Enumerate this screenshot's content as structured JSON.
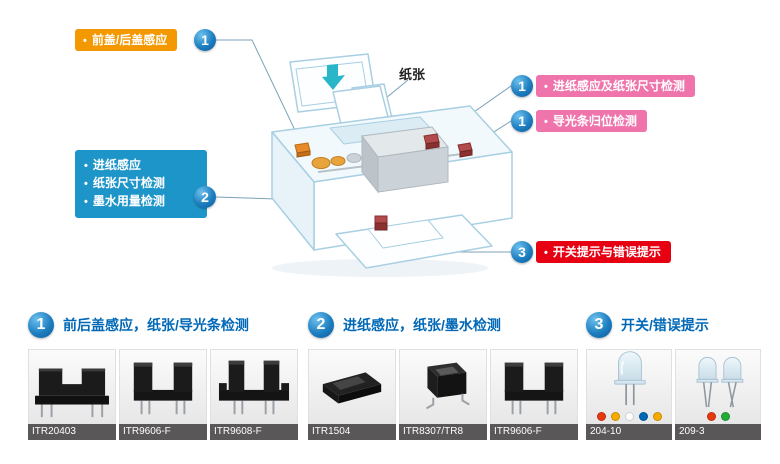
{
  "colors": {
    "badge_blue": "#0e6eb8",
    "label_orange": "#f39800",
    "label_pink": "#ee74ab",
    "label_red": "#e60012",
    "info_box_blue": "#1e95c9",
    "group_title_blue": "#0068b7",
    "caption_bar_gray": "#595757"
  },
  "scene": {
    "paper_label": "纸张",
    "front_cover": {
      "badge": "1",
      "label": "前盖/后盖感应"
    },
    "paper_feed_detect": {
      "badge": "1",
      "label": "进纸感应及纸张尺寸检测"
    },
    "light_guide": {
      "badge": "1",
      "label": "导光条归位检测"
    },
    "feed_box": {
      "badge": "2",
      "items": [
        "进纸感应",
        "纸张尺寸检测",
        "墨水用量检测"
      ]
    },
    "switch_error": {
      "badge": "3",
      "label": "开关提示与错误提示"
    }
  },
  "groups": [
    {
      "badge": "1",
      "title": "前后盖感应，纸张/导光条检测",
      "products": [
        {
          "name": "ITR20403",
          "kind": "slot-interrupter"
        },
        {
          "name": "ITR9606-F",
          "kind": "slot-interrupter"
        },
        {
          "name": "ITR9608-F",
          "kind": "slot-interrupter"
        }
      ]
    },
    {
      "badge": "2",
      "title": "进纸感应，纸张/墨水检测",
      "products": [
        {
          "name": "ITR1504",
          "kind": "reflective-sensor"
        },
        {
          "name": "ITR8307/TR8",
          "kind": "reflective-sensor"
        },
        {
          "name": "ITR9606-F",
          "kind": "slot-interrupter"
        }
      ]
    },
    {
      "badge": "3",
      "title": "开关/错误提示",
      "products": [
        {
          "name": "204-10",
          "kind": "led-lamp",
          "dots": [
            "#e8380d",
            "#f6ab00",
            "#ffffff",
            "#0068b7",
            "#f6ab00"
          ]
        },
        {
          "name": "209-3",
          "kind": "led-lamp",
          "dots": [
            "#e8380d",
            "#22ac38"
          ]
        }
      ]
    }
  ]
}
